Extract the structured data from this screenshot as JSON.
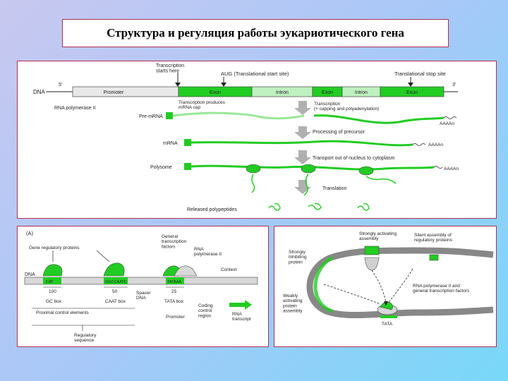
{
  "title": "Структура и регуляция работы эукариотического гена",
  "panel1": {
    "transcription_start": "Transcription\nstarts here",
    "aug": "AUG (Translational start site)",
    "stop": "Translational stop site",
    "five": "5'",
    "three": "3'",
    "dna": "DNA",
    "segments": [
      "Promoter",
      "Exon",
      "Intron",
      "Exon",
      "Intron",
      "Exon"
    ],
    "rna_pol": "RNA polymerase II",
    "transcription_note": "Transcription produces\nmRNA cap",
    "premrna": "Pre-mRNA",
    "processing_note": "Transcription\n(+ capping and polyadenylation)",
    "aaaa_n": "AAAAn",
    "processing": "Processing of precursor",
    "mrna": "mRNA",
    "transport": "Transport out of nucleus to cytoplasm",
    "polysome": "Polysome",
    "translation": "Translation",
    "released": "Released polypeptides",
    "colors": {
      "exon": "#22cc22",
      "intron": "#bff0bf",
      "promoter": "#e8e8e8",
      "arrow": "#b0b0b0"
    }
  },
  "panel2": {
    "label": "(A)",
    "general_factors": "General\ntranscription\nfactors",
    "rna_pol": "RNA\npolymerase II",
    "context": "Context",
    "dna": "DNA",
    "cat": "CAT",
    "gc": "GC box",
    "ggccaatc": "GGCCAATC",
    "tataa": "TATAAA",
    "n100": "100",
    "n50": "50",
    "n25": "25",
    "gcbox": "GC box",
    "caat": "CAAT box",
    "spacer": "Spacer\nDNA",
    "tata": "TATA box",
    "proximal": "Proximal control elements",
    "promoter": "Promoter",
    "codingcontrol": "Coding\ncontrol\nregion",
    "rna_transcript": "RNA\ntranscript",
    "regulatory": "Regulatory\nsequence",
    "activators": "Gene regulatory proteins"
  },
  "panel3": {
    "strongly_activating": "Strongly activating\nassembly",
    "silent_assembly": "Silent assembly of\nregulatory proteins",
    "strongly_inhib": "Strongly\ninhibiting\nprotein",
    "weakly": "Weakly\nactivating\nprotein\nassembly",
    "rna_pol_note": "RNA polymerase II and\ngeneral transcription factors",
    "tata": "TATA"
  }
}
